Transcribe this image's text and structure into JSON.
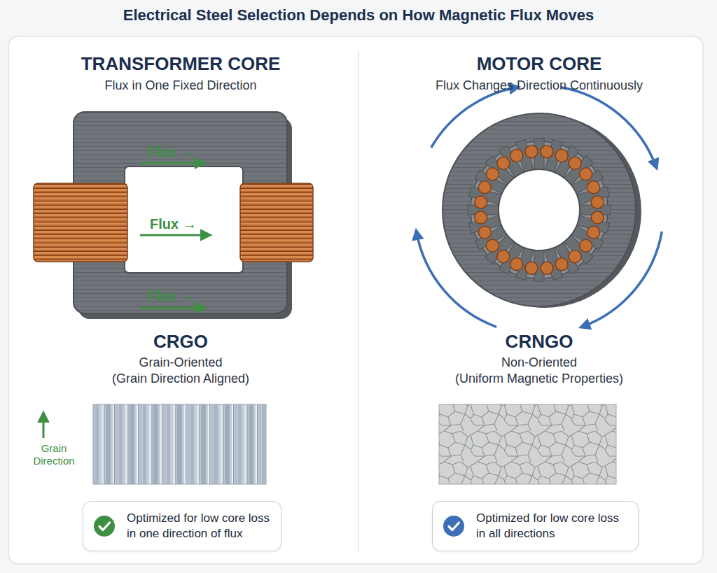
{
  "diagram": {
    "title": "Electrical Steel Selection Depends on How Magnetic Flux Moves",
    "nodes": [
      {
        "text": [
          "Optimized for low core loss in one direction of flux"
        ]
      },
      {
        "text": [
          "Optimized for low core loss in all directions"
        ]
      }
    ],
    "labels": [
      "TRANSFORMER CORE",
      "Flux in One Fixed Direction",
      "Flux →",
      "Flux →",
      "Flux →",
      "CRGO",
      "Grain-Oriented",
      "(Grain Direction Aligned)",
      "Grain Direction",
      "MOTOR CORE",
      "Flux Changes Direction Continuously",
      "CRNGO",
      "Non-Oriented",
      "(Uniform Magnetic Properties)"
    ]
  }
}
